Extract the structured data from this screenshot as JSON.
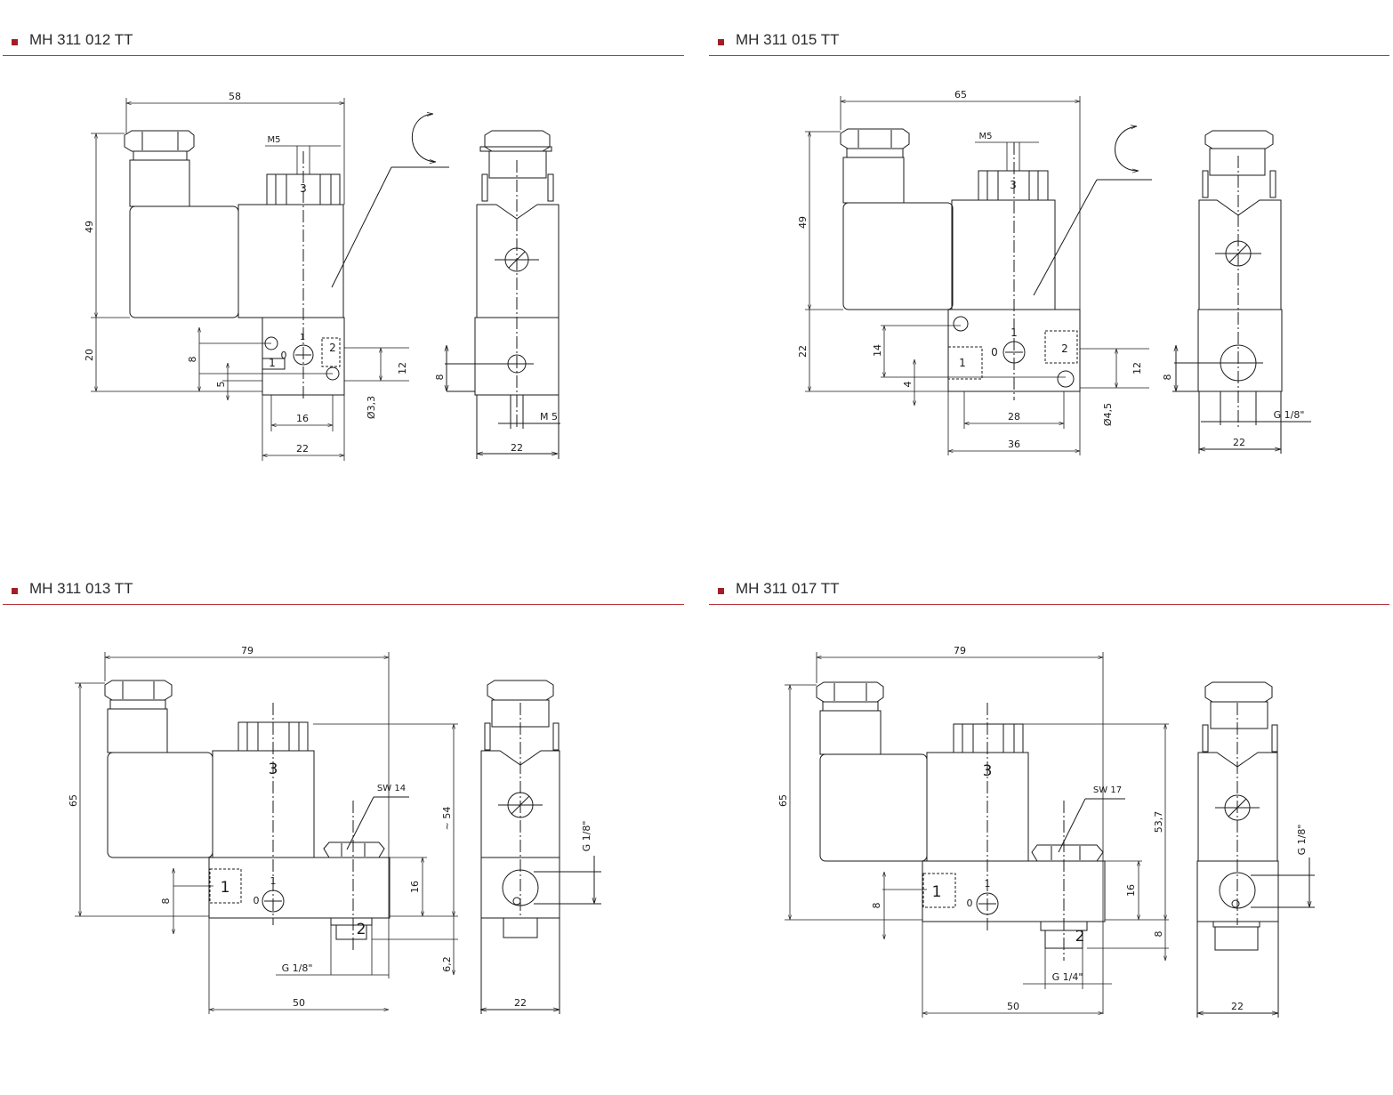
{
  "panels": [
    {
      "title": "MH 311 012 TT",
      "dims": {
        "w58": "58",
        "h49": "49",
        "h20": "20",
        "m5": "M5",
        "d8": "8",
        "d5": "5",
        "d12": "12",
        "d16": "16",
        "d33": "Ø3,3",
        "w22": "22",
        "d8b": "8",
        "m5b": "M 5",
        "w22b": "22"
      },
      "ports": {
        "p1": "1",
        "p0": "0",
        "p1b": "1",
        "p2": "2",
        "p3": "3"
      }
    },
    {
      "title": "MH 311 015 TT",
      "dims": {
        "w65": "65",
        "h49": "49",
        "h22": "22",
        "m5": "M5",
        "d14": "14",
        "d4": "4",
        "d12": "12",
        "d28": "28",
        "d45": "Ø4,5",
        "w36": "36",
        "d8": "8",
        "g18": "G 1/8\"",
        "w22": "22"
      },
      "ports": {
        "p1": "1",
        "p0": "0",
        "p1b": "1",
        "p2": "2",
        "p3": "3"
      }
    },
    {
      "title": "MH 311 013 TT",
      "dims": {
        "w79": "79",
        "h65": "65",
        "h54": "~ 54",
        "d8": "8",
        "d16": "16",
        "sw": "SW 14",
        "d62": "6,2",
        "g18": "G 1/8\"",
        "w50": "50",
        "g18b": "G 1/8\"",
        "w22": "22"
      },
      "ports": {
        "p1": "1",
        "p0": "0",
        "p1b": "1",
        "p2": "2",
        "p3": "3"
      }
    },
    {
      "title": "MH 311 017 TT",
      "dims": {
        "w79": "79",
        "h65": "65",
        "h537": "53,7",
        "d8": "8",
        "d16": "16",
        "sw": "SW 17",
        "d8b": "8",
        "g14": "G 1/4\"",
        "w50": "50",
        "g18": "G 1/8\"",
        "w22": "22"
      },
      "ports": {
        "p1": "1",
        "p0": "0",
        "p1b": "1",
        "p2": "2",
        "p3": "3"
      }
    }
  ],
  "colors": {
    "accent": "#a51d24",
    "line": "#1a1a1a"
  }
}
